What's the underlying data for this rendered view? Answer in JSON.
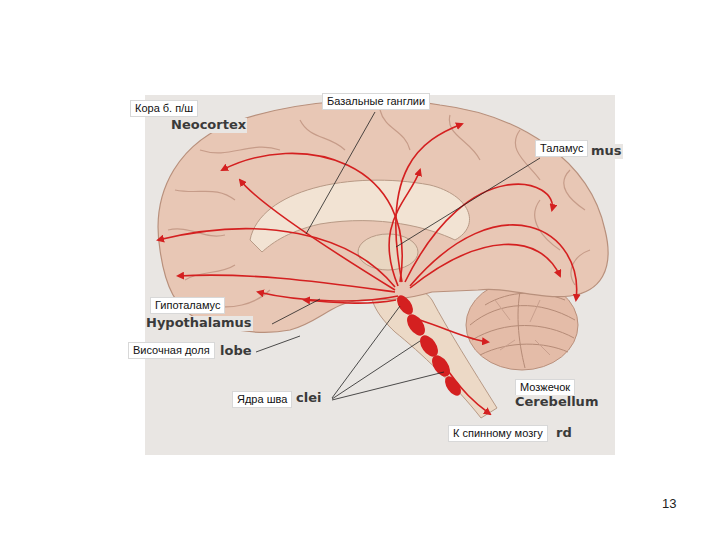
{
  "diagram": {
    "labels": [
      "Кора б. п/ш",
      "Базальные ганглии",
      "Neocortex",
      "Таламус",
      "mus",
      "Гипоталамус",
      "Hypothalamus",
      "Височная доля",
      "lobe",
      "Ядра шва",
      "clei",
      "Мозжечок",
      "Cerebellum",
      "К спинному мозгу",
      "rd",
      "13"
    ]
  }
}
